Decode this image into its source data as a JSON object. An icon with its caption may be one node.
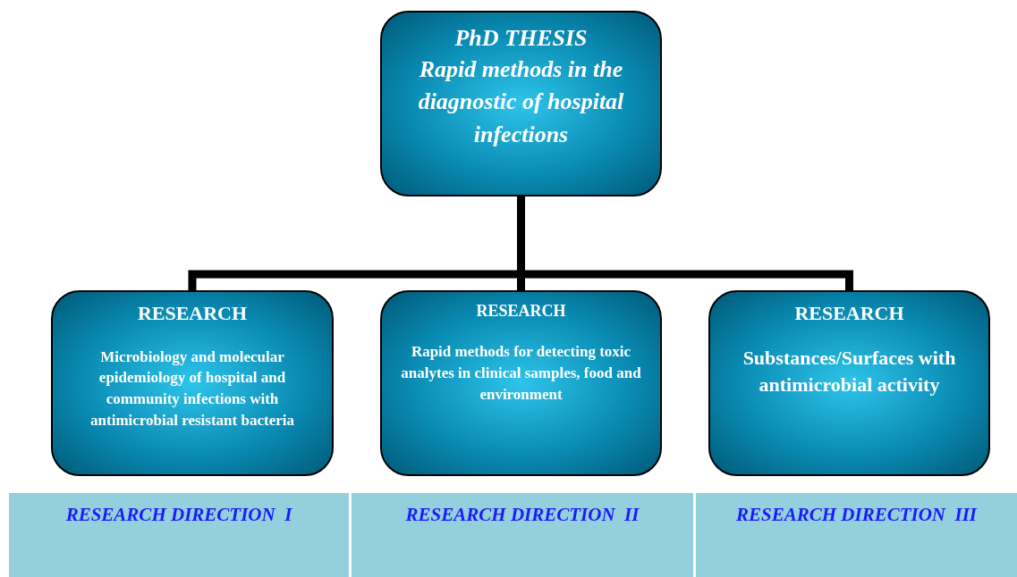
{
  "diagram": {
    "nodes": [
      {
        "text": [
          "PhD THESIS",
          "Rapid methods in the diagnostic of hospital infections"
        ]
      },
      {
        "text": [
          "RESEARCH",
          "Microbiology and molecular epidemiology of hospital and community infections with antimicrobial resistant bacteria"
        ]
      },
      {
        "text": [
          "RESEARCH",
          "Rapid methods for detecting toxic analytes in clinical samples, food and environment"
        ]
      },
      {
        "text": [
          "RESEARCH",
          "Substances/Surfaces with antimicrobial activity"
        ]
      },
      {
        "text": [
          "RESEARCH DIRECTION  I"
        ]
      },
      {
        "text": [
          "RESEARCH DIRECTION  II"
        ]
      },
      {
        "text": [
          "RESEARCH DIRECTION  III"
        ]
      }
    ],
    "edges": [
      {
        "from": 0,
        "to": 1,
        "arrow": "none"
      },
      {
        "from": 0,
        "to": 2,
        "arrow": "none"
      },
      {
        "from": 0,
        "to": 3,
        "arrow": "none"
      }
    ]
  }
}
